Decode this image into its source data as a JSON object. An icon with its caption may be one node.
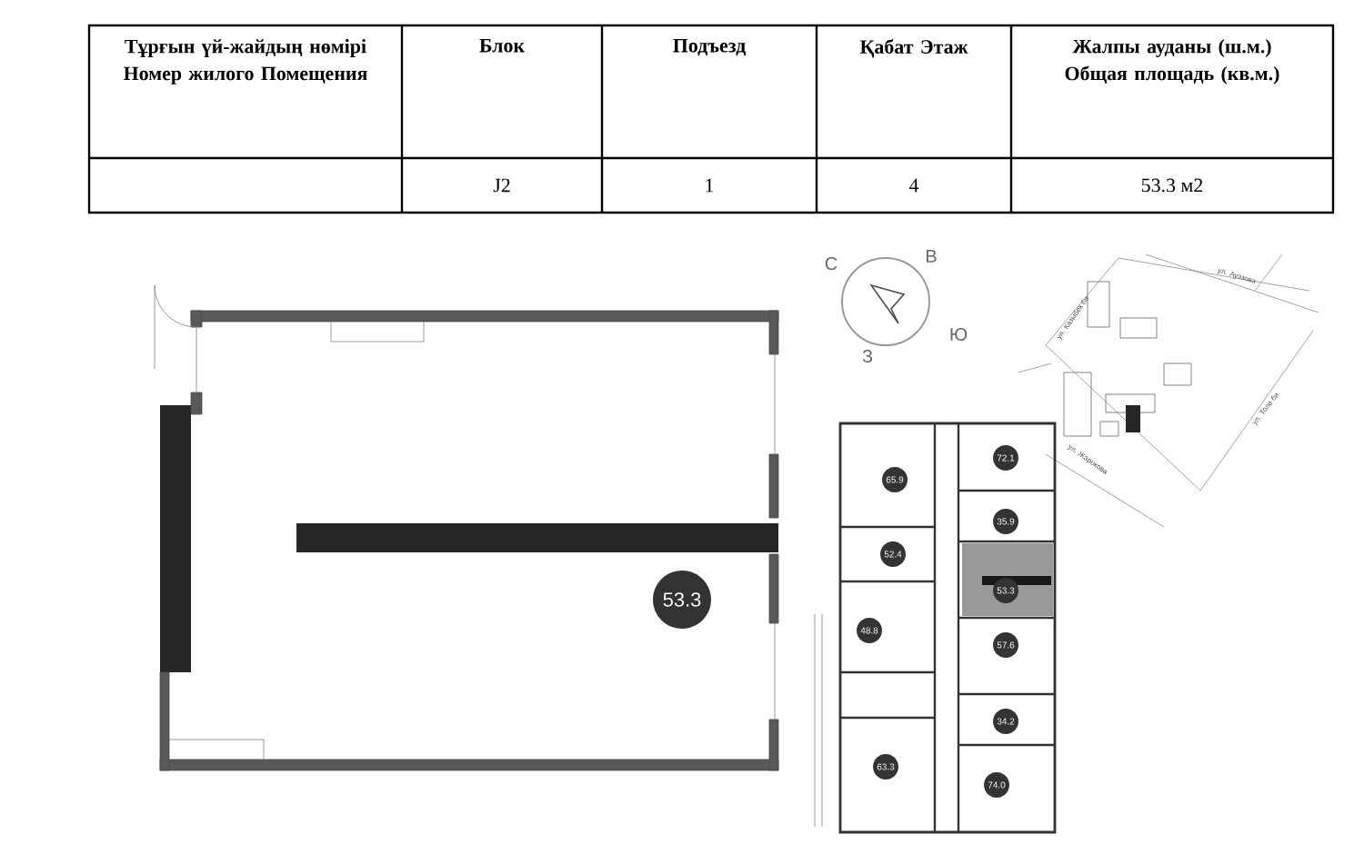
{
  "diagram": {
    "nodes": [
      {
        "text": [
          "53.3"
        ]
      },
      {
        "text": [
          "65.9"
        ]
      },
      {
        "text": [
          "72.1"
        ]
      },
      {
        "text": [
          "35.9"
        ]
      },
      {
        "text": [
          "52.4"
        ]
      },
      {
        "text": [
          "53.3"
        ]
      },
      {
        "text": [
          "48.8"
        ]
      },
      {
        "text": [
          "57.6"
        ]
      },
      {
        "text": [
          "34.2"
        ]
      },
      {
        "text": [
          "63.3"
        ]
      },
      {
        "text": [
          "74.0"
        ]
      }
    ],
    "labels": [
      "Тұрғын үй-жайдың нөмірі Номер жилого Помещения",
      "Блок",
      "Подъезд",
      "Қабат Этаж",
      "Жалпы ауданы (ш.м.) Общая площадь (кв.м.)",
      "J2",
      "1",
      "4",
      "53.3 м2",
      "С",
      "В",
      "Ю",
      "З",
      "ул. Ауэзова",
      "ул. Казыбек би",
      "ул. Толе би",
      "ул. Жарокова"
    ]
  }
}
